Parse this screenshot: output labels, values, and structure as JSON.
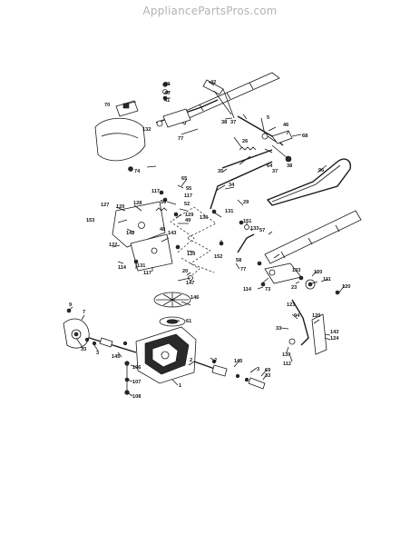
{
  "watermark": "AppliancePartsPros.com",
  "callouts": [
    {
      "id": "c42",
      "text": "42"
    },
    {
      "id": "c39",
      "text": "39"
    },
    {
      "id": "c40",
      "text": "40"
    },
    {
      "id": "c41",
      "text": "41"
    },
    {
      "id": "c70",
      "text": "70"
    },
    {
      "id": "c38a",
      "text": "38"
    },
    {
      "id": "c37a",
      "text": "37"
    },
    {
      "id": "c5",
      "text": "5"
    },
    {
      "id": "c46",
      "text": "46"
    },
    {
      "id": "c68",
      "text": "68"
    },
    {
      "id": "c132",
      "text": "132"
    },
    {
      "id": "c77a",
      "text": "77"
    },
    {
      "id": "c26",
      "text": "26"
    },
    {
      "id": "c64",
      "text": "64"
    },
    {
      "id": "c37b",
      "text": "37"
    },
    {
      "id": "c38b",
      "text": "38"
    },
    {
      "id": "c74",
      "text": "74"
    },
    {
      "id": "c65",
      "text": "65"
    },
    {
      "id": "c35",
      "text": "35"
    },
    {
      "id": "c96",
      "text": "96"
    },
    {
      "id": "c55",
      "text": "55"
    },
    {
      "id": "c34",
      "text": "34"
    },
    {
      "id": "c117a",
      "text": "117"
    },
    {
      "id": "c117b",
      "text": "117"
    },
    {
      "id": "c127",
      "text": "127"
    },
    {
      "id": "c120a",
      "text": "120"
    },
    {
      "id": "c128",
      "text": "128"
    },
    {
      "id": "c50",
      "text": "50"
    },
    {
      "id": "c52",
      "text": "52"
    },
    {
      "id": "c129",
      "text": "129"
    },
    {
      "id": "c49",
      "text": "49"
    },
    {
      "id": "c29",
      "text": "29"
    },
    {
      "id": "c136",
      "text": "136"
    },
    {
      "id": "c131a",
      "text": "131"
    },
    {
      "id": "c153",
      "text": "153"
    },
    {
      "id": "c48",
      "text": "48"
    },
    {
      "id": "c142",
      "text": "142"
    },
    {
      "id": "c143a",
      "text": "143"
    },
    {
      "id": "c151",
      "text": "151"
    },
    {
      "id": "c133",
      "text": "133"
    },
    {
      "id": "c57",
      "text": "57"
    },
    {
      "id": "c122",
      "text": "122"
    },
    {
      "id": "c120b",
      "text": "120"
    },
    {
      "id": "c152",
      "text": "152"
    },
    {
      "id": "c114a",
      "text": "114"
    },
    {
      "id": "c131b",
      "text": "131"
    },
    {
      "id": "c117c",
      "text": "117"
    },
    {
      "id": "c20",
      "text": "20"
    },
    {
      "id": "c77b",
      "text": "77"
    },
    {
      "id": "c58",
      "text": "58"
    },
    {
      "id": "c133b",
      "text": "133"
    },
    {
      "id": "c147",
      "text": "147"
    },
    {
      "id": "c120c",
      "text": "120"
    },
    {
      "id": "c111",
      "text": "111"
    },
    {
      "id": "c114b",
      "text": "114"
    },
    {
      "id": "c73",
      "text": "73"
    },
    {
      "id": "c23",
      "text": "23"
    },
    {
      "id": "c120d",
      "text": "120"
    },
    {
      "id": "c146",
      "text": "146"
    },
    {
      "id": "c123",
      "text": "123"
    },
    {
      "id": "c9",
      "text": "9"
    },
    {
      "id": "c7",
      "text": "7"
    },
    {
      "id": "c61",
      "text": "61"
    },
    {
      "id": "c94",
      "text": "94"
    },
    {
      "id": "c120e",
      "text": "120"
    },
    {
      "id": "c33a",
      "text": "33"
    },
    {
      "id": "c143b",
      "text": "143"
    },
    {
      "id": "c124",
      "text": "124"
    },
    {
      "id": "c3a",
      "text": "3"
    },
    {
      "id": "c33b",
      "text": "33"
    },
    {
      "id": "c145a",
      "text": "145"
    },
    {
      "id": "c2a",
      "text": "2"
    },
    {
      "id": "c2b",
      "text": "2"
    },
    {
      "id": "c139",
      "text": "139"
    },
    {
      "id": "c112",
      "text": "112"
    },
    {
      "id": "c106",
      "text": "106"
    },
    {
      "id": "c145b",
      "text": "145"
    },
    {
      "id": "c3b",
      "text": "3"
    },
    {
      "id": "c69",
      "text": "69"
    },
    {
      "id": "c33c",
      "text": "33"
    },
    {
      "id": "c107",
      "text": "107"
    },
    {
      "id": "c1",
      "text": "1"
    },
    {
      "id": "c108",
      "text": "108"
    }
  ]
}
